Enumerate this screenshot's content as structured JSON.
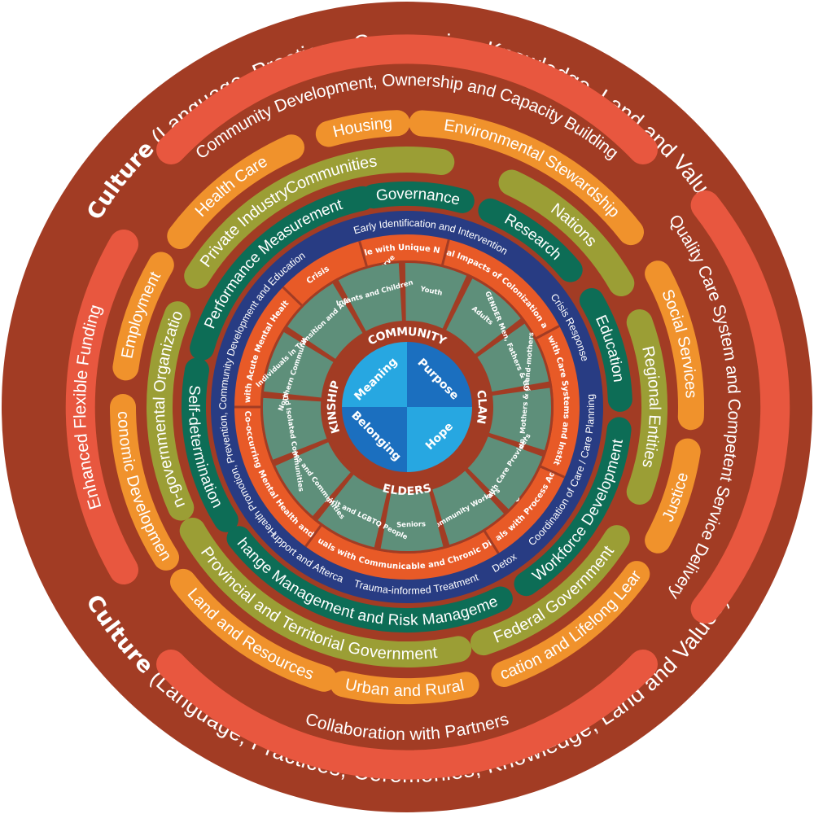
{
  "colors": {
    "background_ring": "#a23c24",
    "outer_band": "#e8573f",
    "orange": "#f0922c",
    "olive": "#9b9e35",
    "teal": "#0d6d56",
    "navy": "#283c83",
    "inner_orange": "#e85a27",
    "sage": "#5e8f7a",
    "blue_light": "#27a7e1",
    "blue_dark": "#1b6fbf",
    "white": "#ffffff"
  },
  "culture_top": {
    "bold": "Culture",
    "rest": " (Language, Practices, Ceremonies, Knowledge, Land and Values)"
  },
  "culture_bottom": {
    "bold": "Culture",
    "rest": " (Language, Practices, Ceremonies, Knowledge, Land and Values)"
  },
  "outer_bands": [
    "Community Development, Ownership and Capacity Building",
    "Quality Care System and Competent Service Delivery",
    "Collaboration with Partners",
    "Enhanced Flexible Funding"
  ],
  "partner_ring_outer": [
    "Housing",
    "Environmental Stewardship",
    "Social Services",
    "Justice",
    "Education and Lifelong Learning",
    "Urban and Rural",
    "Land and Resources",
    "Economic Development",
    "Employment",
    "Health Care"
  ],
  "partner_ring_inner": [
    "Communities",
    "Nations",
    "Regional Entities",
    "Federal Government",
    "Provincial and Territorial Government",
    "Non-governmental Organizations",
    "Private Industry"
  ],
  "enabler_ring": [
    "Governance",
    "Research",
    "Education",
    "Workforce Development",
    "Change Management and Risk Management",
    "Self-determination",
    "Performance Measurement"
  ],
  "service_ring": [
    "Early Identification and Intervention",
    "Crisis Response",
    "Coordination of Care / Care Planning",
    "Detox",
    "Trauma-informed Treatment",
    "Support and Aftercare",
    "Health Promotion, Prevention, Community Development and Education"
  ],
  "population_ring": [
    "People with Unique Needs",
    "Intergenerational Impacts of Colonization and Assimilation",
    "People Involved with Care Systems and Institutional Systems",
    "Individuals with Process Addictions",
    "Individuals with Communicable and Chronic Diseases",
    "Individuals with Co-occurring Mental Health and Addiction Issues",
    "Individuals with Acute Mental Health Concerns",
    "Crisis"
  ],
  "segments": [
    "Youth",
    "Adults",
    "GENDER Men, Fathers & Grand-fathers",
    "GENDER Women, Mothers & Grand-mothers",
    "Health Care Providers",
    "Community Workers",
    "Seniors",
    "Two-Spirit and LGBTQ People",
    "Families and Communities",
    "Remote and Isolated Communities",
    "Northern Communities",
    "Individuals in Transition and Away from Reserve",
    "Infants and Children"
  ],
  "core_ring": [
    "COMMUNITY",
    "CLAN",
    "ELDERS",
    "KINSHIP"
  ],
  "center": [
    "Meaning",
    "Purpose",
    "Hope",
    "Belonging"
  ]
}
